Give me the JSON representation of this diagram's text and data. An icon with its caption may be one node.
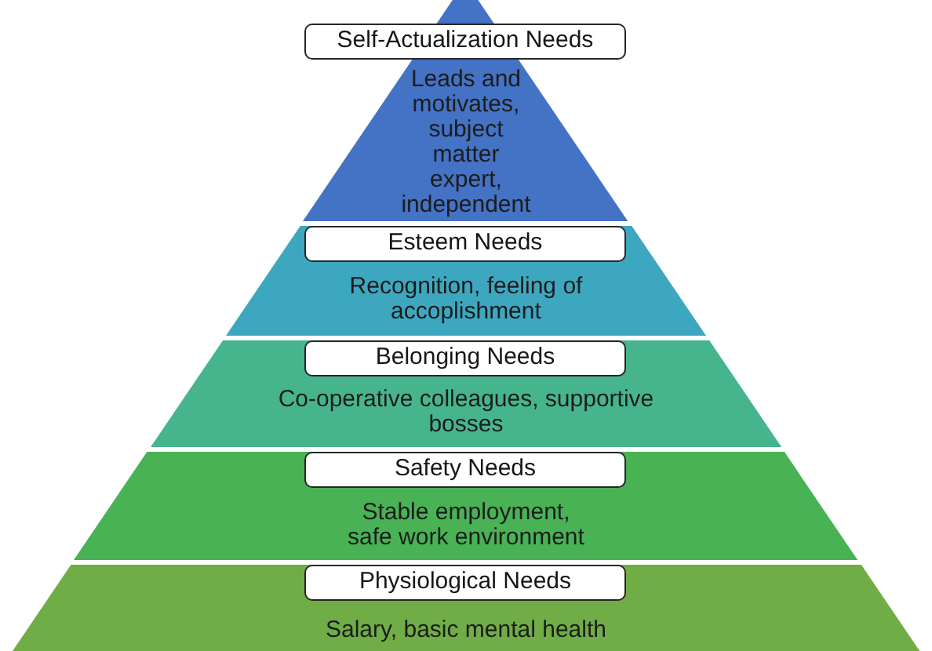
{
  "diagram": {
    "nodes": [
      {
        "text": [
          "Leads and motivates, subject matter expert, independent"
        ]
      },
      {
        "text": [
          "Self-Actualization Needs"
        ],
        "in": 0
      },
      {
        "text": [
          "Recognition, feeling of accoplishment"
        ]
      },
      {
        "text": [
          "Esteem Needs"
        ],
        "in": 2
      },
      {
        "text": [
          "Co-operative colleagues, supportive bosses"
        ]
      },
      {
        "text": [
          "Belonging Needs"
        ],
        "in": 4
      },
      {
        "text": [
          "Stable employment, safe work environment"
        ]
      },
      {
        "text": [
          "Safety Needs"
        ],
        "in": 6
      },
      {
        "text": [
          "Salary, basic mental health"
        ]
      },
      {
        "text": [
          "Physiological Needs"
        ],
        "in": 8
      }
    ]
  }
}
